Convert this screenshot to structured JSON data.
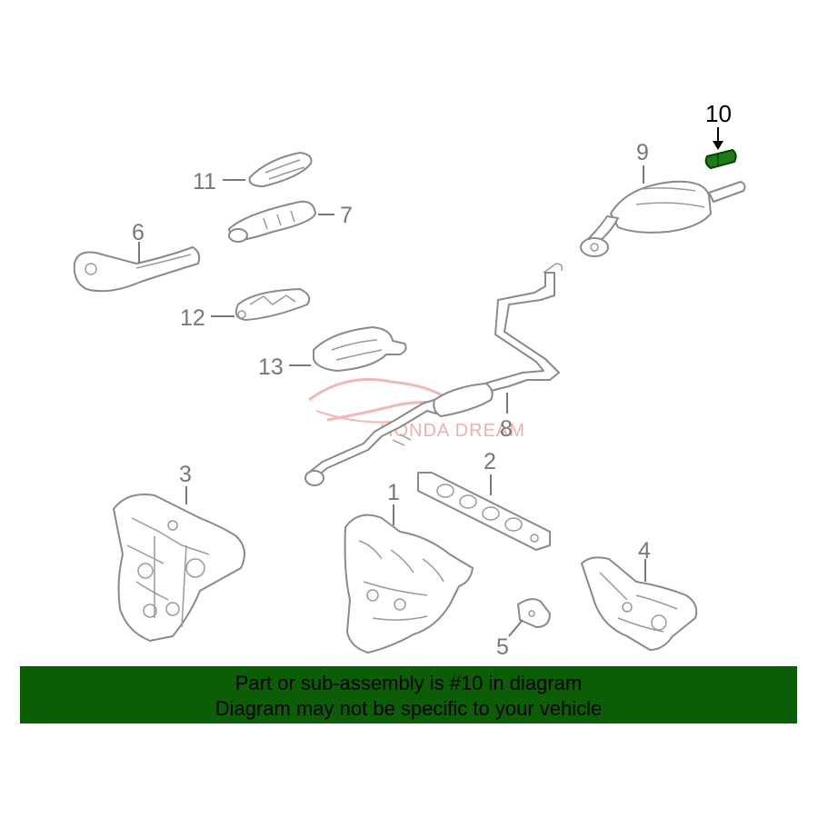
{
  "callouts": [
    {
      "id": "10",
      "label": "10",
      "highlighted": true
    },
    {
      "id": "9",
      "label": "9",
      "highlighted": false
    },
    {
      "id": "11",
      "label": "11",
      "highlighted": false
    },
    {
      "id": "7",
      "label": "7",
      "highlighted": false
    },
    {
      "id": "6",
      "label": "6",
      "highlighted": false
    },
    {
      "id": "12",
      "label": "12",
      "highlighted": false
    },
    {
      "id": "13",
      "label": "13",
      "highlighted": false
    },
    {
      "id": "8",
      "label": "8",
      "highlighted": false
    },
    {
      "id": "3",
      "label": "3",
      "highlighted": false
    },
    {
      "id": "2",
      "label": "2",
      "highlighted": false
    },
    {
      "id": "1",
      "label": "1",
      "highlighted": false
    },
    {
      "id": "4",
      "label": "4",
      "highlighted": false
    },
    {
      "id": "5",
      "label": "5",
      "highlighted": false
    }
  ],
  "watermark": "HONDA DREAM",
  "banner": {
    "line1": "Part or sub-assembly is #10 in diagram",
    "line2": "Diagram may not be specific to your vehicle"
  },
  "colors": {
    "highlight_part": "#1f7a1a",
    "banner_background": "#0b5e06",
    "callout_text": "#777777",
    "watermark": "#f0b0b0"
  }
}
